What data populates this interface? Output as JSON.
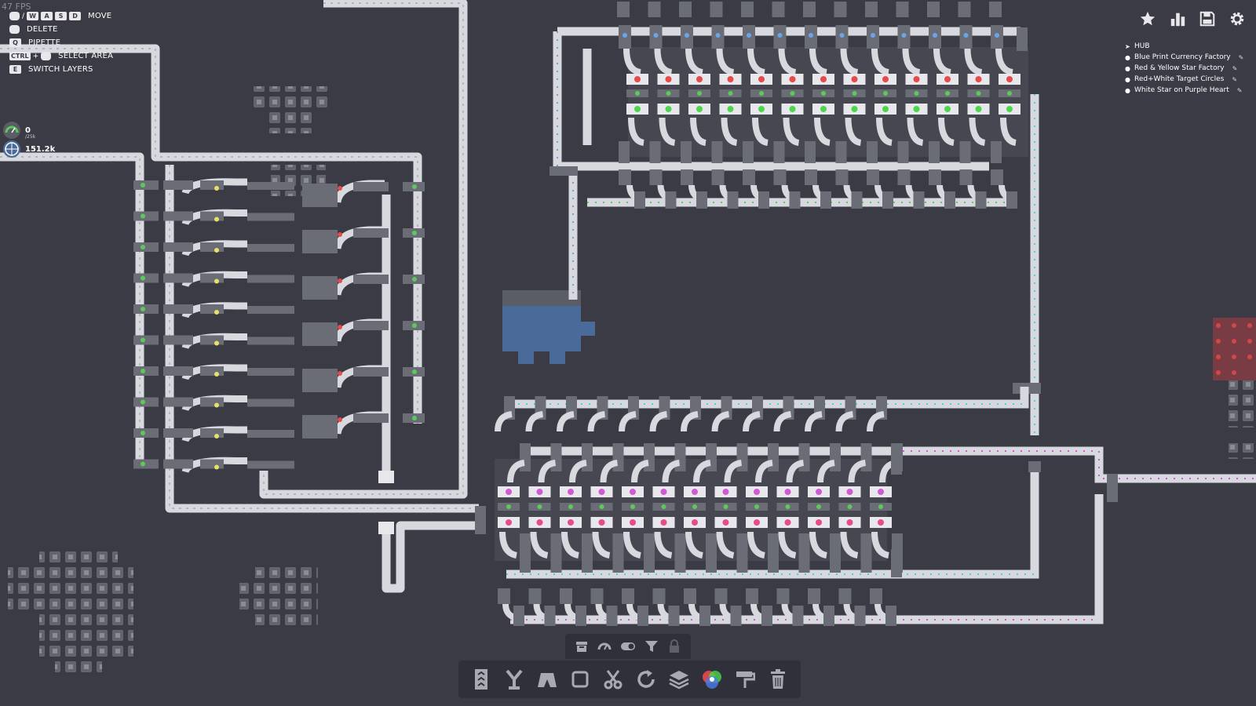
{
  "hud": {
    "fps": "47 FPS",
    "keybindings": [
      {
        "keys": [
          "W",
          "A",
          "S",
          "D"
        ],
        "mouse": true,
        "label": "MOVE"
      },
      {
        "keys": [],
        "mouse": true,
        "label": "DELETE"
      },
      {
        "keys": [
          "Q"
        ],
        "mouse": false,
        "label": "PIPETTE"
      },
      {
        "keys": [
          "CTRL"
        ],
        "mouse": true,
        "label": "SELECT AREA"
      },
      {
        "keys": [
          "E"
        ],
        "mouse": false,
        "label": "SWITCH LAYERS"
      }
    ],
    "stats": {
      "delivered": "0",
      "delivered_sub": "/25k",
      "rate": "151.2k"
    }
  },
  "topright_buttons": [
    {
      "name": "star-icon",
      "label": "Shapes"
    },
    {
      "name": "bar-chart-icon",
      "label": "Statistics"
    },
    {
      "name": "save-icon",
      "label": "Save"
    },
    {
      "name": "gear-icon",
      "label": "Settings"
    }
  ],
  "waypoints": [
    {
      "label": "HUB",
      "icon": "arrow-icon",
      "editable": false
    },
    {
      "label": "Blue Print Currency Factory",
      "icon": "pin-icon",
      "editable": true
    },
    {
      "label": "Red & Yellow Star Factory",
      "icon": "pin-icon",
      "editable": true
    },
    {
      "label": "Red+White Target Circles",
      "icon": "pin-icon",
      "editable": true
    },
    {
      "label": "White Star on Purple Heart",
      "icon": "pin-icon",
      "editable": true
    }
  ],
  "toolbar": {
    "secondary": [
      "storage-icon",
      "display-icon",
      "toggle-icon",
      "filter-icon",
      "lock-icon"
    ],
    "primary": [
      "belt-icon",
      "balancer-icon",
      "tunnel-icon",
      "extractor-icon",
      "cutter-icon",
      "rotator-icon",
      "stacker-icon",
      "color-mixer-icon",
      "painter-icon",
      "trash-icon"
    ]
  },
  "colors": {
    "background": "#3a3b45",
    "belt": "#d8d9df",
    "building": "#6b6d76",
    "blue": "#6aa5e8",
    "green": "#5cc95c",
    "cyan": "#3fd4e0",
    "purple": "#d05ad6",
    "red": "#c04848"
  }
}
